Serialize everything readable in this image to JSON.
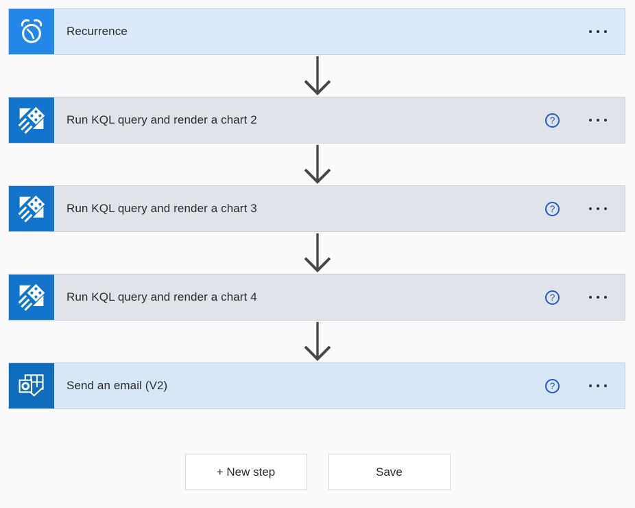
{
  "app": {
    "name": "Flow designer canvas"
  },
  "colors": {
    "page_bg": "#FAFAFA",
    "recurrence_tile": "#2287E8",
    "kusto_tile": "#1374CC",
    "outlook_tile": "#0F6CBD",
    "trigger_card_bg": "#DBE9FA",
    "action_card_bg": "#E0E4EA",
    "email_card_bg": "#D8E7F8",
    "card_border": "#D2D2D2",
    "arrow": "#47464A",
    "help_icon": "#2457C9",
    "ellipsis_dots": "#33312F",
    "title_text": "#2B2A29"
  },
  "steps": [
    {
      "title": "Recurrence",
      "icon": "alarm-clock-icon",
      "has_help": false
    },
    {
      "title": "Run KQL query and render a chart 2",
      "icon": "kusto-icon",
      "has_help": true
    },
    {
      "title": "Run KQL query and render a chart 3",
      "icon": "kusto-icon",
      "has_help": true
    },
    {
      "title": "Run KQL query and render a chart 4",
      "icon": "kusto-icon",
      "has_help": true
    },
    {
      "title": "Send an email (V2)",
      "icon": "outlook-icon",
      "has_help": true
    }
  ],
  "icons": {
    "help_glyph": "?"
  },
  "footer": {
    "new_step_label": "+ New step",
    "save_label": "Save"
  }
}
